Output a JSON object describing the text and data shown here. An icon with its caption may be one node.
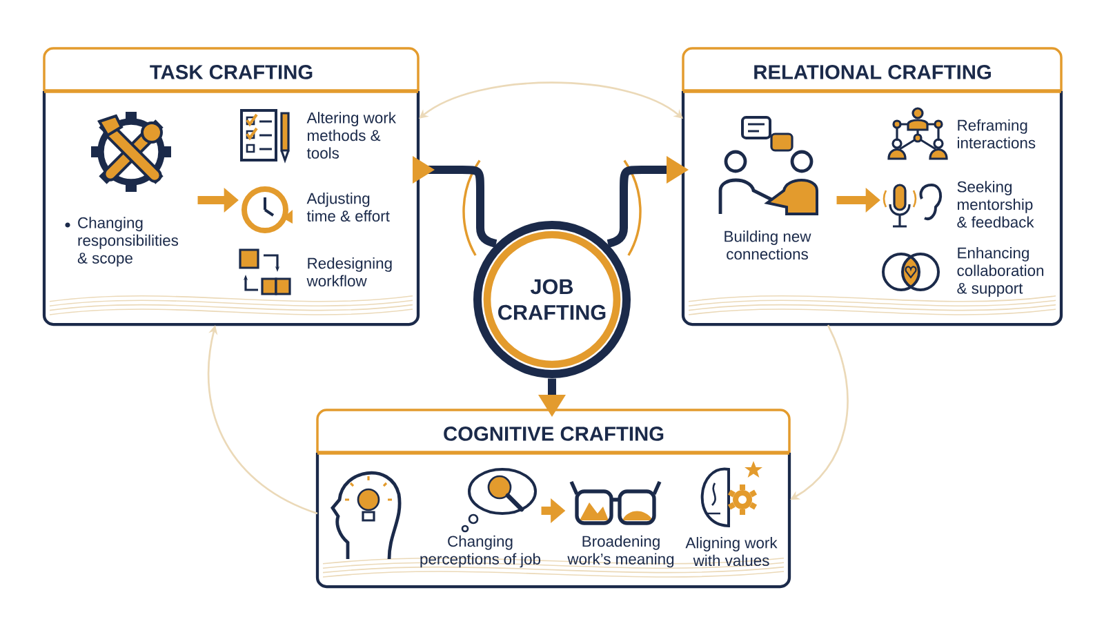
{
  "diagram": {
    "nodes": [
      {
        "text": [
          "TASK CRAFTING"
        ]
      },
      {
        "text": [
          "Changing responsibilities & scope"
        ],
        "in": 0
      },
      {
        "text": [
          "Altering work methods & tools"
        ],
        "in": 0
      },
      {
        "text": [
          "Adjusting time & effort"
        ],
        "in": 0
      },
      {
        "text": [
          "Redesigning workflow"
        ],
        "in": 0
      },
      {
        "text": [
          "RELATIONAL CRAFTING"
        ]
      },
      {
        "text": [
          "Building new connections"
        ],
        "in": 5
      },
      {
        "text": [
          "Reframing interactions"
        ],
        "in": 5
      },
      {
        "text": [
          "Seeking mentorship & feedback"
        ],
        "in": 5
      },
      {
        "text": [
          "Enhancing collaboration & support"
        ],
        "in": 5
      },
      {
        "text": [
          "JOB CRAFTING"
        ]
      },
      {
        "text": [
          "COGNITIVE CRAFTING"
        ]
      },
      {
        "text": [
          "Changing perceptions of job"
        ],
        "in": 11
      },
      {
        "text": [
          "Broadening work’s meaning"
        ],
        "in": 11
      },
      {
        "text": [
          "Aligning work with values"
        ],
        "in": 11
      }
    ],
    "edges": [
      {
        "from": 0,
        "to": 10,
        "arrow": "to"
      },
      {
        "from": 10,
        "to": 5,
        "arrow": "to"
      },
      {
        "from": 10,
        "to": 11,
        "arrow": "to"
      },
      {
        "from": 1,
        "to": 3,
        "arrow": "to",
        "color": "#e39b2d"
      },
      {
        "from": 6,
        "to": 8,
        "arrow": "to",
        "color": "#e39b2d"
      },
      {
        "from": 12,
        "to": 13,
        "arrow": "to",
        "color": "#e39b2d"
      },
      {
        "from": 0,
        "to": 5,
        "arrow": "both",
        "color": "#ebd9b8"
      },
      {
        "from": 5,
        "to": 11,
        "arrow": "to",
        "color": "#ebd9b8"
      },
      {
        "from": 11,
        "to": 0,
        "arrow": "to",
        "color": "#ebd9b8"
      }
    ]
  }
}
